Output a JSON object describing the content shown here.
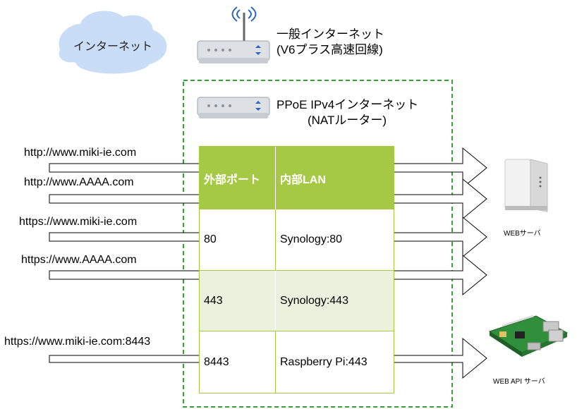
{
  "cloud": {
    "label": "インターネット"
  },
  "router_top": {
    "line1": "一般インターネット",
    "line2": "(V6プラス高速回線)"
  },
  "router_nat": {
    "line1": "PPoE IPv4インターネット",
    "line2": "(NATルーター)"
  },
  "urls": [
    "http://www.miki-ie.com",
    "http://www.AAAA.com",
    "https://www.miki-ie.com",
    "https://www.AAAA.com",
    "https://www.miki-ie.com:8443"
  ],
  "table": {
    "headers": [
      "外部ポート",
      "内部LAN"
    ],
    "rows": [
      {
        "external": "80",
        "internal": "Synology:80"
      },
      {
        "external": "443",
        "internal": "Synology:443"
      },
      {
        "external": "8443",
        "internal": "Raspberry Pi:443"
      }
    ]
  },
  "devices": {
    "web_server": "WEBサーバ",
    "api_server": "WEB API サーバ"
  },
  "colors": {
    "header_green": "#a5c945",
    "row_light_green": "#ebf1dc",
    "dashed_border": "#33a333",
    "cloud_blue": "#c5dbf5"
  }
}
